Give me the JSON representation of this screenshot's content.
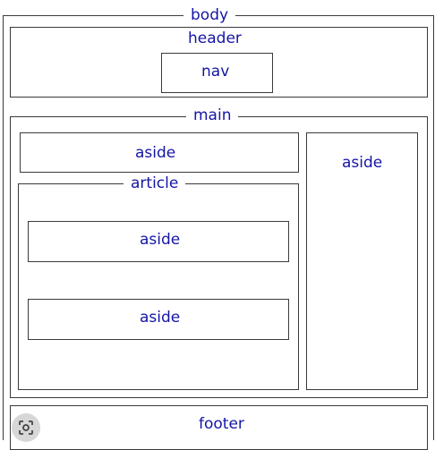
{
  "diagram": {
    "body": "body",
    "header": "header",
    "nav": "nav",
    "main": "main",
    "aside_top": "aside",
    "aside_right": "aside",
    "article": "article",
    "article_aside_1": "aside",
    "article_aside_2": "aside",
    "footer": "footer"
  },
  "colors": {
    "label": "#1515a6",
    "border": "#3a3a3a"
  },
  "icons": {
    "overlay": "lens-search-icon"
  }
}
